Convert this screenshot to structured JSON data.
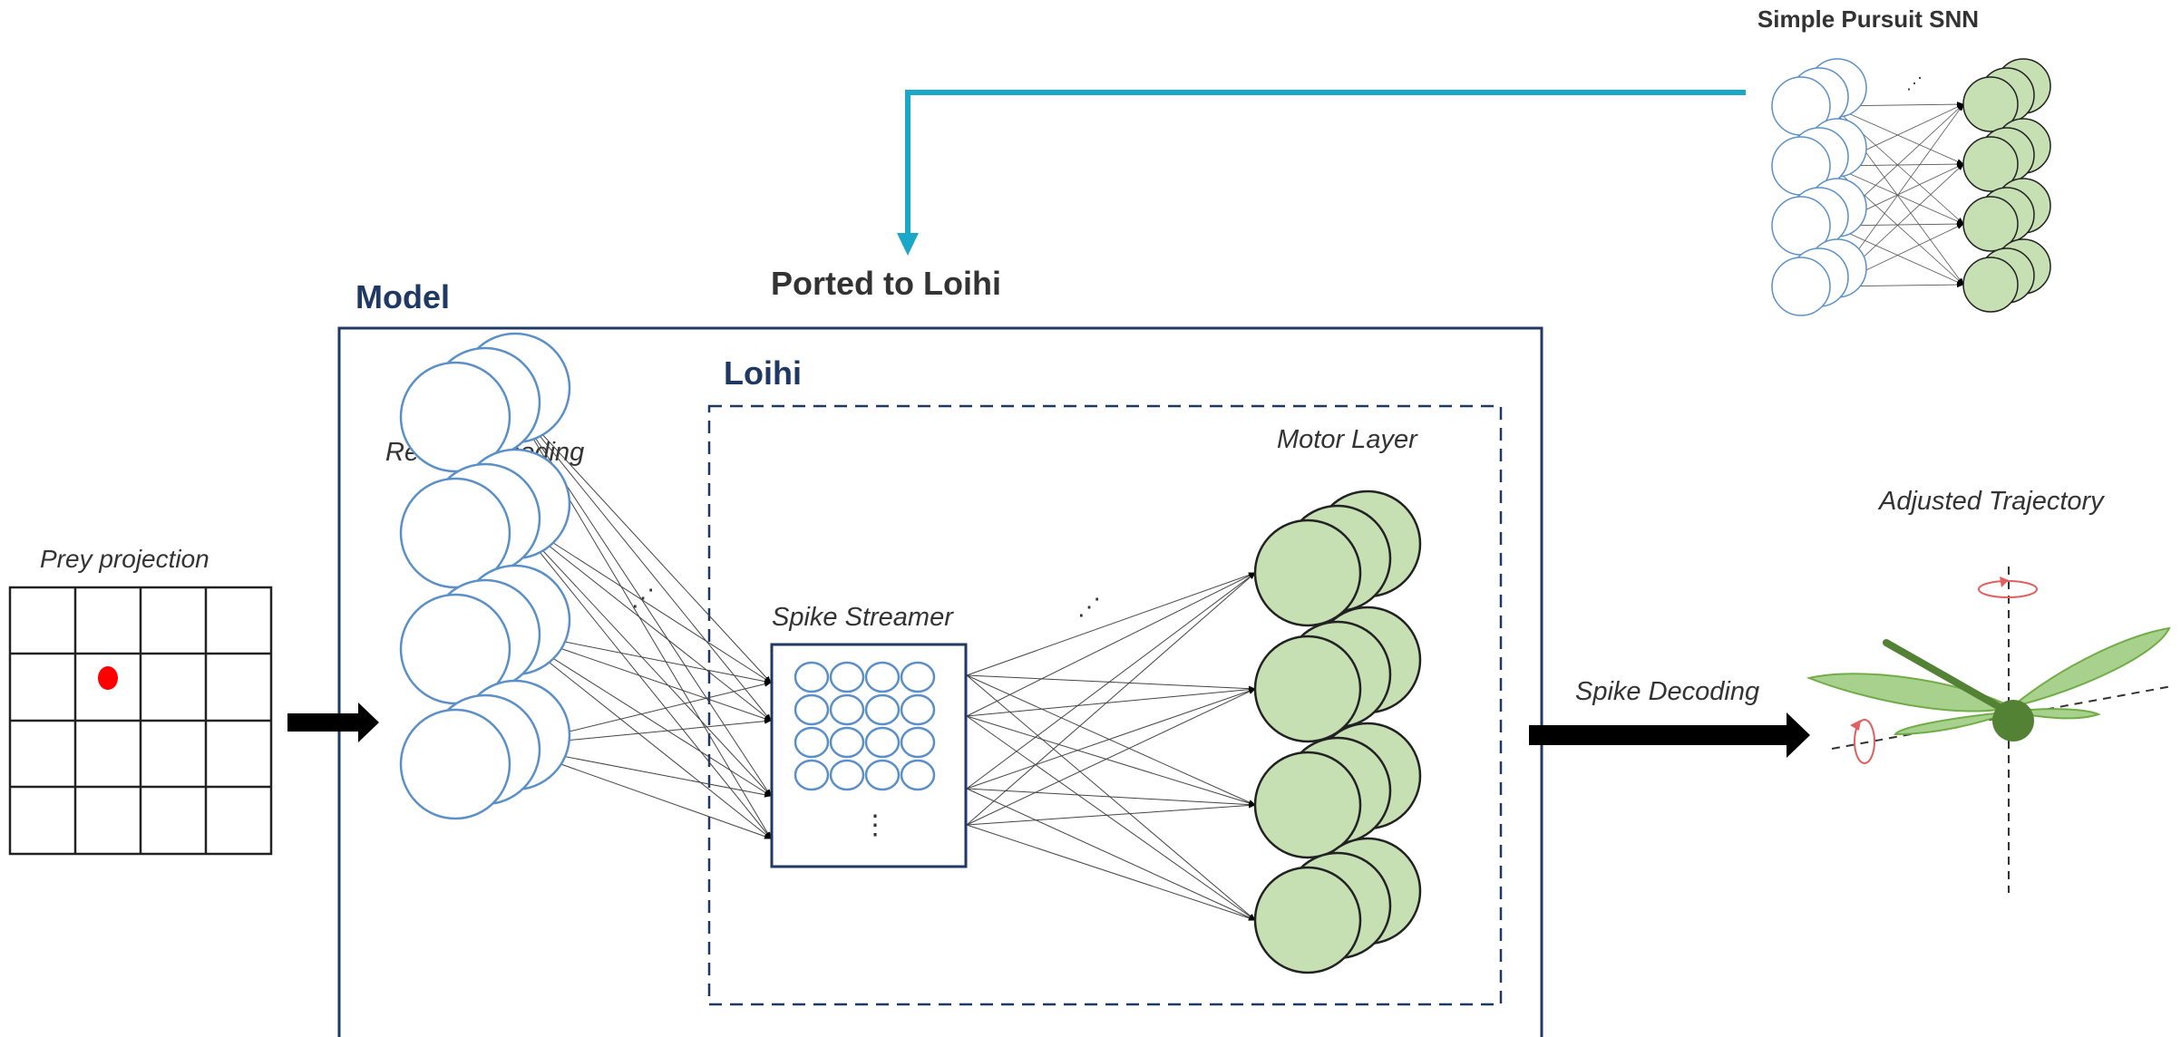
{
  "titles": {
    "simple_pursuit": "Simple Pursuit SNN",
    "ported": "Ported to Loihi",
    "model": "Model",
    "loihi": "Loihi"
  },
  "labels": {
    "prey_projection": "Prey projection",
    "retinal_encoding": "Retinal Encoding",
    "spike_streamer": "Spike Streamer",
    "motor_layer": "Motor Layer",
    "spike_decoding": "Spike Decoding",
    "adjusted_trajectory": "Adjusted Trajectory"
  },
  "colors": {
    "title_navy": "#1f3864",
    "text_dark": "#333333",
    "arrow_cyan": "#1aa7c8",
    "neuron_blue": "#5b8fc7",
    "neuron_green": "#c6e0b4",
    "wing_green": "#a9d18e",
    "body_green": "#548235",
    "prey_red": "#ff0000",
    "rotation_red": "#e06060"
  },
  "icons": {
    "feedback_arrow": "down-arrow",
    "input_arrow": "right-arrow",
    "output_arrow": "right-arrow",
    "dragonfly": "dragonfly-icon",
    "rotation": "rotation-icon"
  }
}
